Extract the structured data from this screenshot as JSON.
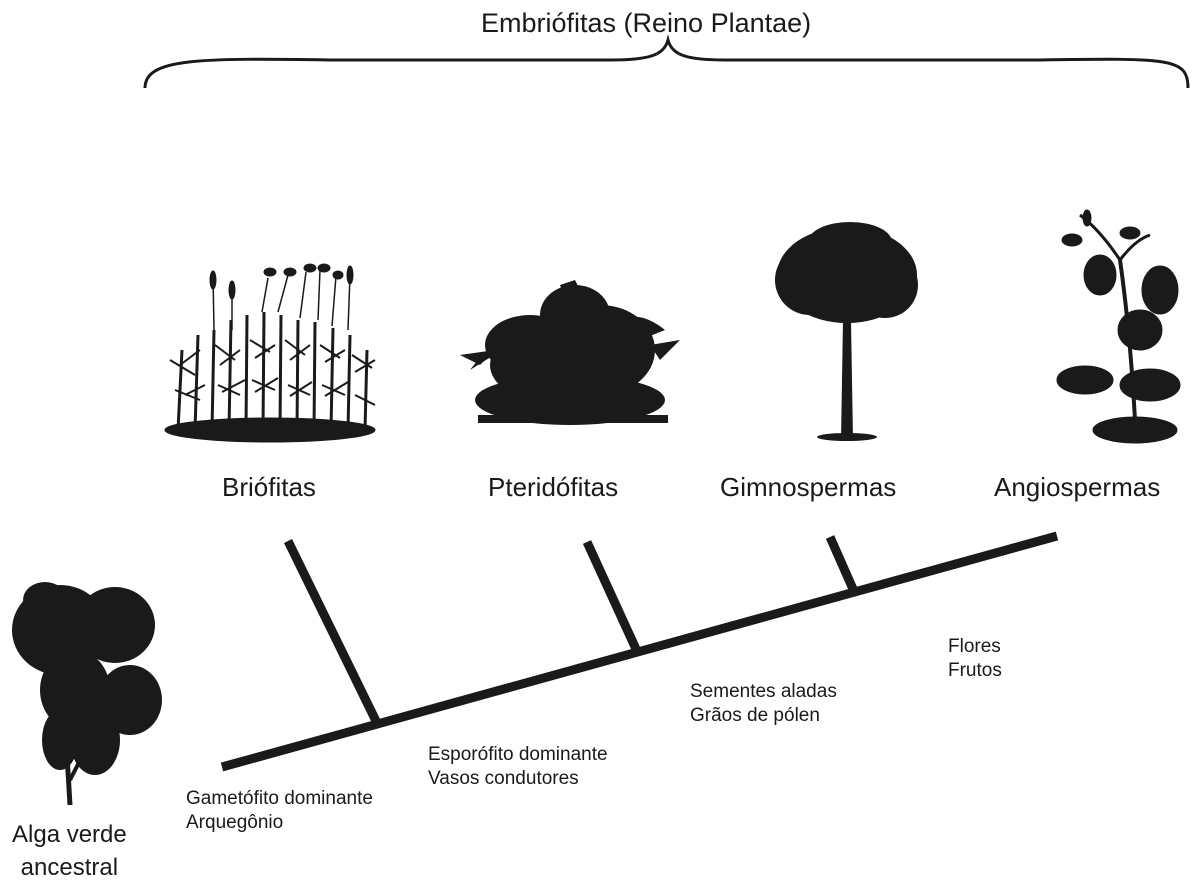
{
  "title": "Embriófitas (Reino Plantae)",
  "groups": [
    {
      "name": "Briófitas",
      "icon": "moss-icon"
    },
    {
      "name": "Pteridófitas",
      "icon": "fern-icon"
    },
    {
      "name": "Gimnospermas",
      "icon": "conifer-tree-icon"
    },
    {
      "name": "Angiospermas",
      "icon": "flowering-plant-icon"
    }
  ],
  "ancestor": {
    "line1": "Alga verde",
    "line2": "ancestral",
    "icon": "green-algae-icon"
  },
  "traits": [
    {
      "line1": "Gametófito dominante",
      "line2": "Arquegônio"
    },
    {
      "line1": "Esporófito dominante",
      "line2": "Vasos condutores"
    },
    {
      "line1": "Sementes aladas",
      "line2": "Grãos de pólen"
    },
    {
      "line1": "Flores",
      "line2": "Frutos"
    }
  ],
  "colors": {
    "ink": "#1a1a1a",
    "background": "#ffffff"
  }
}
